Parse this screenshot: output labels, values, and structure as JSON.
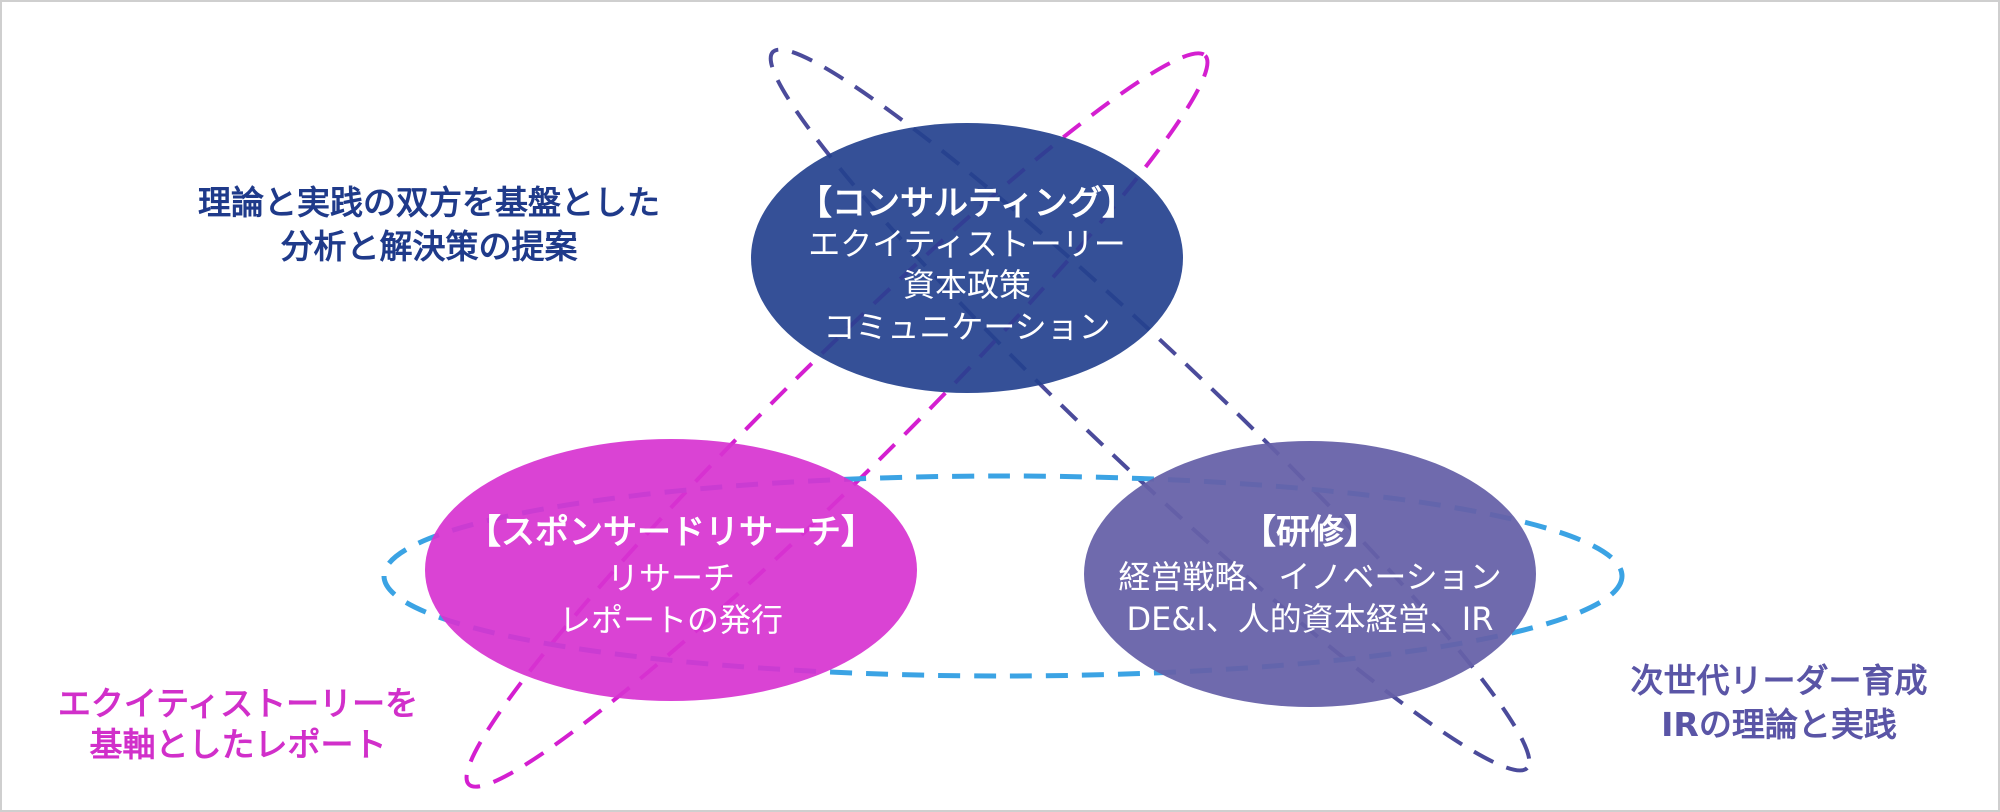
{
  "colors": {
    "consulting": "#24418e",
    "sponsored": "#d733d0",
    "training": "#6661a8",
    "loop_navy": "#4b4b9b",
    "loop_pink": "#d41fd0",
    "loop_blue": "#3ba3e4"
  },
  "consulting": {
    "title": "【コンサルティング】",
    "lines": [
      "エクイティストーリー",
      "資本政策",
      "コミュニケーション"
    ]
  },
  "sponsored": {
    "title": "【スポンサードリサーチ】",
    "lines": [
      "リサーチ",
      "レポートの発行"
    ]
  },
  "training": {
    "title": "【研修】",
    "lines": [
      "経営戦略、イノベーション",
      "DE&I、人的資本経営、IR"
    ]
  },
  "notes": {
    "consulting": [
      "理論と実践の双方を基盤とした",
      "分析と解決策の提案"
    ],
    "sponsored": [
      "エクイティストーリーを",
      "基軸としたレポート"
    ],
    "training": [
      "次世代リーダー育成",
      "IRの理論と実践"
    ]
  }
}
